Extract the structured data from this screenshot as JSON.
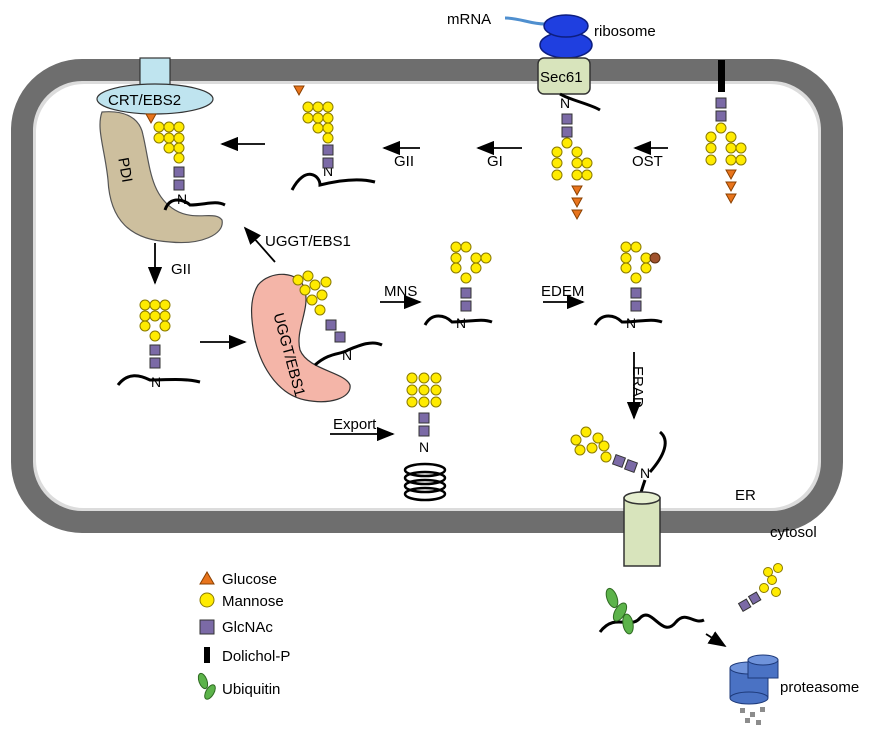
{
  "labels": {
    "mrna": "mRNA",
    "ribosome": "ribosome",
    "sec61": "Sec61",
    "crt_ebs2": "CRT/EBS2",
    "pdi": "PDI",
    "gii_top": "GII",
    "gi": "GI",
    "ost": "OST",
    "uggt_ebs1_arrow": "UGGT/EBS1",
    "gii_left": "GII",
    "uggt_ebs1_protein": "UGGT/EBS1",
    "mns": "MNS",
    "edem": "EDEM",
    "erad": "ERAD",
    "export": "Export",
    "er": "ER",
    "cytosol": "cytosol",
    "proteasome": "proteasome",
    "n": "N"
  },
  "legend": [
    {
      "symbol": "glucose-triangle",
      "label": "Glucose"
    },
    {
      "symbol": "mannose-circle",
      "label": "Mannose"
    },
    {
      "symbol": "glcnac-square",
      "label": "GlcNAc"
    },
    {
      "symbol": "dolichol-bar",
      "label": "Dolichol-P"
    },
    {
      "symbol": "ubiquitin-shape",
      "label": "Ubiquitin"
    }
  ],
  "colors": {
    "glucose": "#e8741c",
    "mannose": "#ffeb00",
    "glcnac": "#7b6aa6",
    "membrane": "#707070",
    "membrane_inner": "#dcdcdc",
    "sec61": "#d8e4bc",
    "ribosome": "#1f3fe0",
    "crt": "#bfe4ef",
    "pdi": "#cdbf9e",
    "uggt": "#f4b5a8",
    "proteasome": "#4a72c4",
    "ubiquitin": "#5cb34a"
  }
}
